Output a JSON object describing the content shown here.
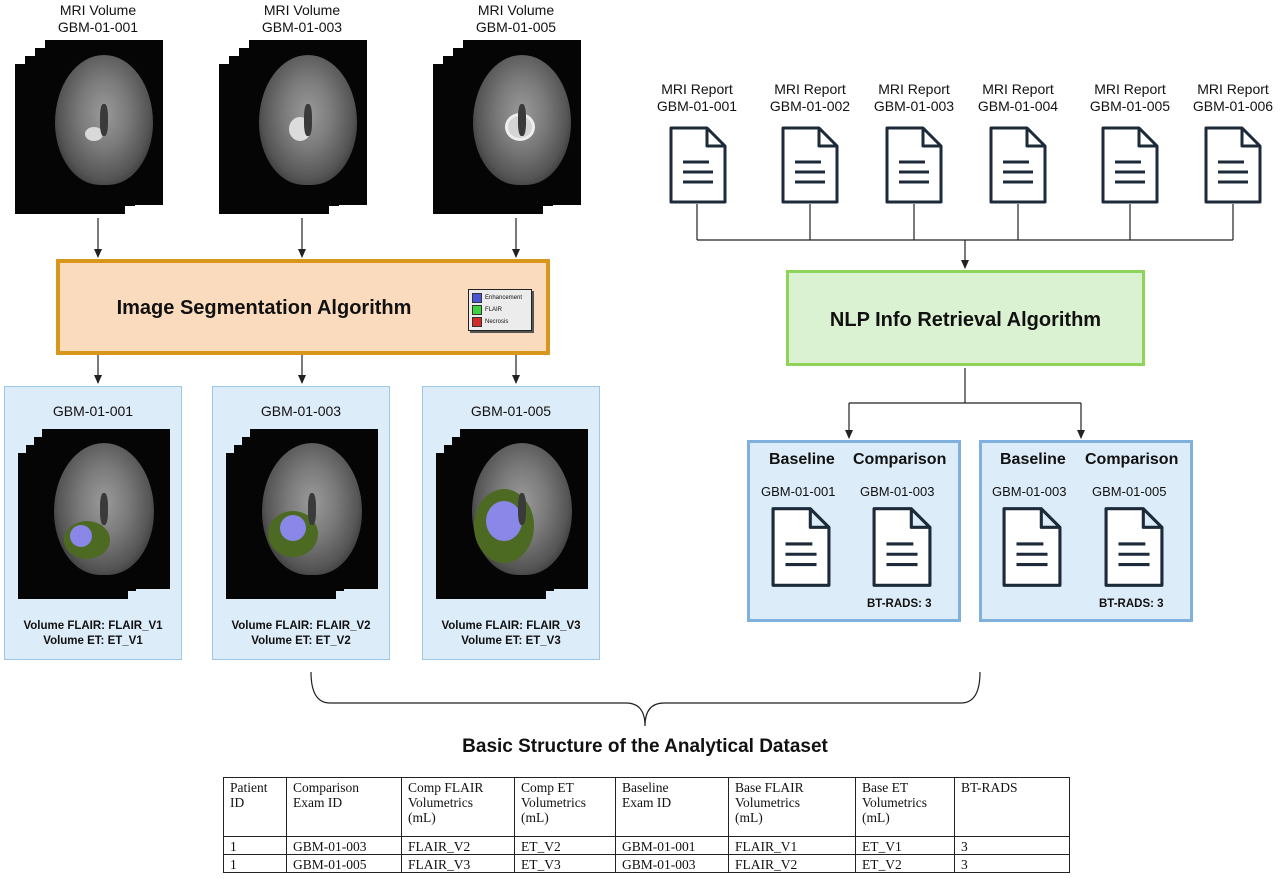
{
  "mri_volumes": [
    {
      "title": "MRI Volume",
      "id": "GBM-01-001"
    },
    {
      "title": "MRI Volume",
      "id": "GBM-01-003"
    },
    {
      "title": "MRI Volume",
      "id": "GBM-01-005"
    }
  ],
  "segmentation": {
    "title": "Image Segmentation Algorithm",
    "legend": [
      {
        "label": "Enhancement",
        "color": "#4a55d8"
      },
      {
        "label": "FLAIR",
        "color": "#3fd23f"
      },
      {
        "label": "Necrosis",
        "color": "#d42a2a"
      }
    ]
  },
  "segmentation_outputs": [
    {
      "id": "GBM-01-001",
      "volume_flair": "Volume FLAIR: FLAIR_V1",
      "volume_et": "Volume ET: ET_V1"
    },
    {
      "id": "GBM-01-003",
      "volume_flair": "Volume FLAIR: FLAIR_V2",
      "volume_et": "Volume ET: ET_V2"
    },
    {
      "id": "GBM-01-005",
      "volume_flair": "Volume FLAIR: FLAIR_V3",
      "volume_et": "Volume ET: ET_V3"
    }
  ],
  "mri_reports": [
    {
      "title": "MRI Report",
      "id": "GBM-01-001"
    },
    {
      "title": "MRI Report",
      "id": "GBM-01-002"
    },
    {
      "title": "MRI Report",
      "id": "GBM-01-003"
    },
    {
      "title": "MRI Report",
      "id": "GBM-01-004"
    },
    {
      "title": "MRI Report",
      "id": "GBM-01-005"
    },
    {
      "title": "MRI Report",
      "id": "GBM-01-006"
    }
  ],
  "nlp": {
    "title": "NLP Info Retrieval Algorithm"
  },
  "comparisons": [
    {
      "baseline_label": "Baseline",
      "comparison_label": "Comparison",
      "baseline_id": "GBM-01-001",
      "comparison_id": "GBM-01-003",
      "bt_rads": "BT-RADS: 3"
    },
    {
      "baseline_label": "Baseline",
      "comparison_label": "Comparison",
      "baseline_id": "GBM-01-003",
      "comparison_id": "GBM-01-005",
      "bt_rads": "BT-RADS: 3"
    }
  ],
  "dataset": {
    "title": "Basic Structure of the Analytical Dataset",
    "headers": [
      [
        "Patient",
        "ID",
        ""
      ],
      [
        "Comparison",
        "Exam ID",
        ""
      ],
      [
        "Comp FLAIR",
        "Volumetrics",
        "(mL)"
      ],
      [
        "Comp ET",
        "Volumetrics",
        "(mL)"
      ],
      [
        "Baseline",
        "Exam ID",
        ""
      ],
      [
        "Base FLAIR",
        "Volumetrics",
        "(mL)"
      ],
      [
        "Base ET",
        "Volumetrics",
        "(mL)"
      ],
      [
        "BT-RADS",
        "",
        ""
      ]
    ],
    "rows": [
      [
        "1",
        "GBM-01-003",
        "FLAIR_V2",
        "ET_V2",
        "GBM-01-001",
        "FLAIR_V1",
        "ET_V1",
        "3"
      ],
      [
        "1",
        "GBM-01-005",
        "FLAIR_V3",
        "ET_V3",
        "GBM-01-003",
        "FLAIR_V2",
        "ET_V2",
        "3"
      ]
    ]
  }
}
